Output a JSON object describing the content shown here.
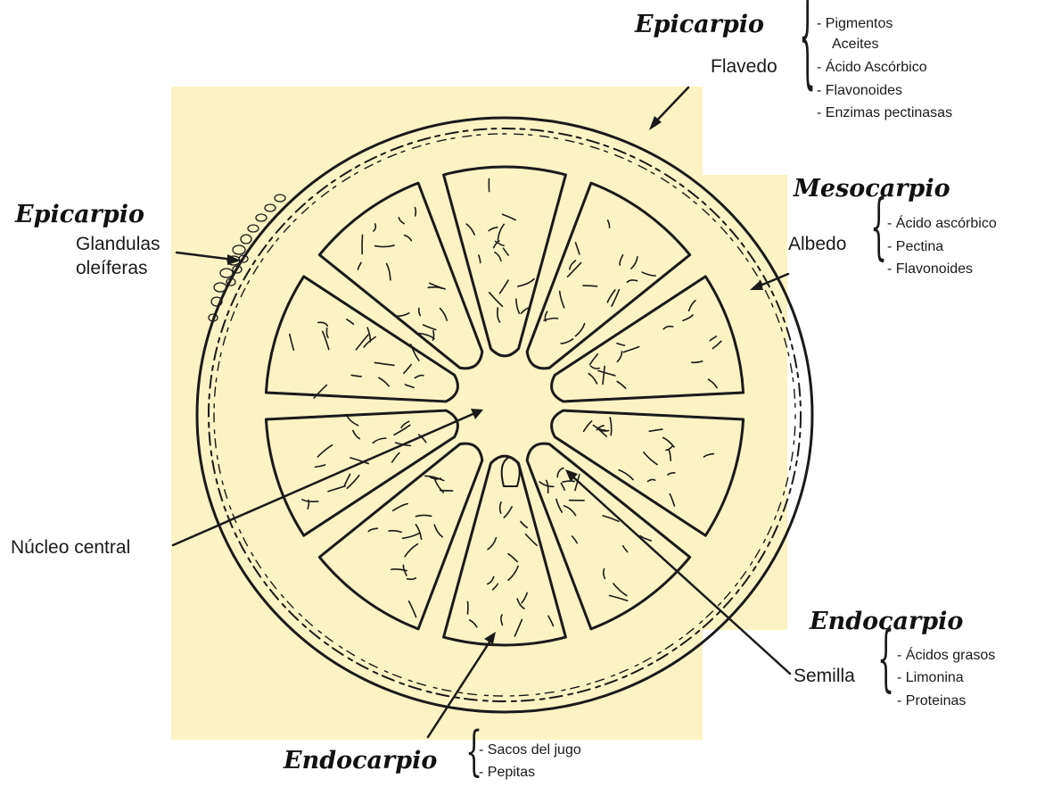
{
  "colors": {
    "background_panel": "#fbf3c3",
    "ink": "#1a1a1a",
    "paper": "#ffffff"
  },
  "groups": {
    "flavedo": {
      "heading": "Epicarpio",
      "name": "Flavedo",
      "items": [
        "- Pigmentos",
        "Aceites",
        "- Ácido Ascórbico",
        "- Flavonoides",
        "- Enzimas pectinasas"
      ]
    },
    "glandulas": {
      "heading": "Epicarpio",
      "name_line1": "Glandulas",
      "name_line2": "oleíferas"
    },
    "albedo": {
      "heading": "Mesocarpio",
      "name": "Albedo",
      "items": [
        "- Ácido ascórbico",
        "- Pectina",
        "- Flavonoides"
      ]
    },
    "nucleo": {
      "name": "Núcleo central"
    },
    "semilla": {
      "heading": "Endocarpio",
      "name": "Semilla",
      "items": [
        "- Ácidos grasos",
        "- Limonina",
        "- Proteinas"
      ]
    },
    "jugo": {
      "heading": "Endocarpio",
      "items": [
        "- Sacos del jugo",
        "- Pepitas"
      ]
    }
  }
}
